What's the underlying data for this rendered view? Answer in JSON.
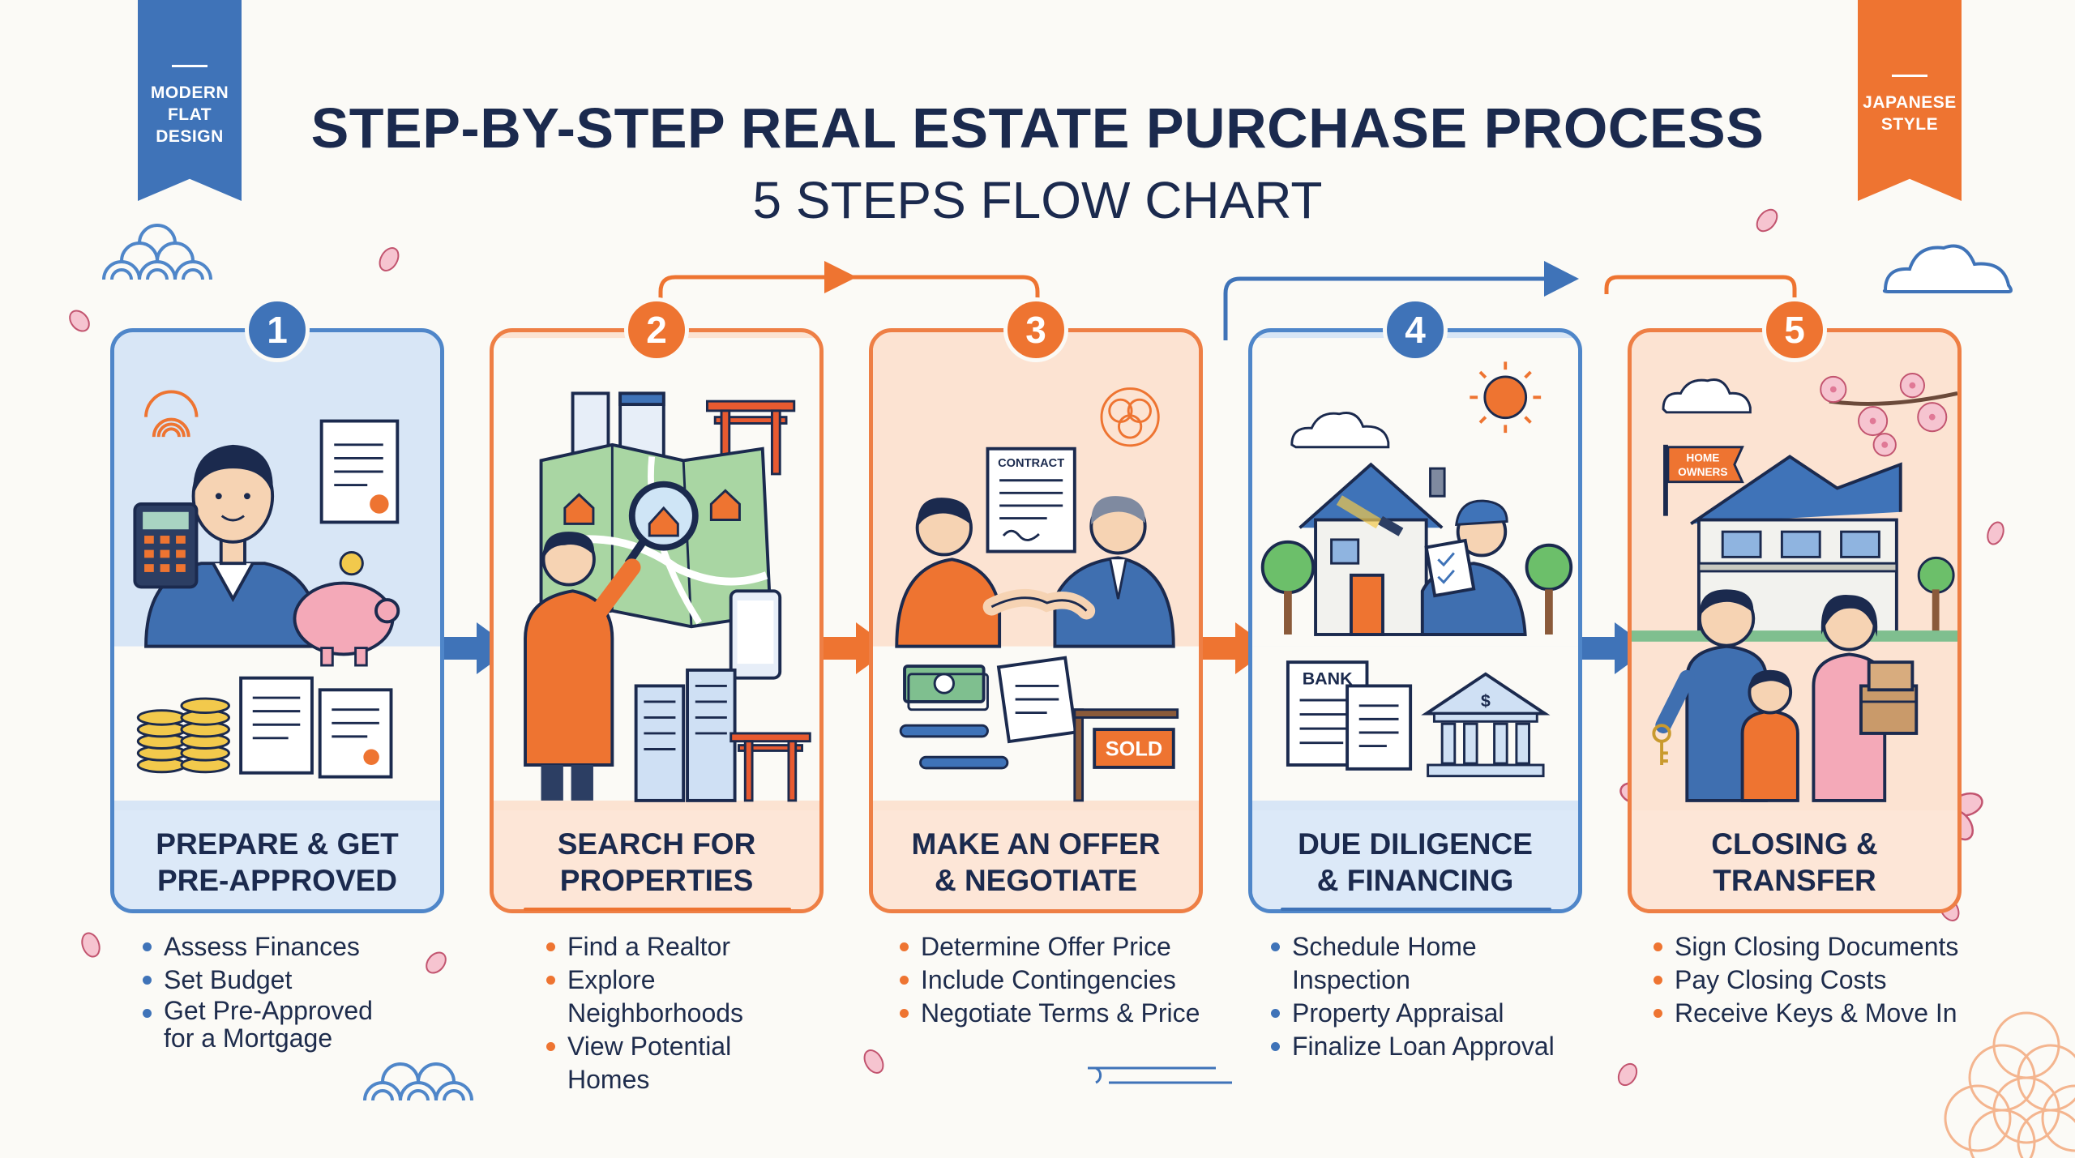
{
  "ribbons": {
    "left": "MODERN\nFLAT\nDESIGN",
    "right": "JAPANESE\nSTYLE"
  },
  "header": {
    "title": "STEP-BY-STEP REAL ESTATE PURCHASE PROCESS",
    "subtitle": "5 STEPS FLOW CHART"
  },
  "steps": [
    {
      "number": "1",
      "title": "PREPARE & GET\nPRE-APPROVED",
      "bullets": [
        "Assess Finances",
        "Set Budget",
        "Get Pre-Approved for a Mortgage"
      ]
    },
    {
      "number": "2",
      "title": "SEARCH FOR\nPROPERTIES",
      "bullets": [
        "Find a Realtor",
        "Explore Neighborhoods",
        "View Potential Homes"
      ]
    },
    {
      "number": "3",
      "title": "MAKE AN OFFER\n& NEGOTIATE",
      "bullets": [
        "Determine Offer Price",
        "Include Contingencies",
        "Negotiate Terms & Price"
      ]
    },
    {
      "number": "4",
      "title": "DUE DILIGENCE\n& FINANCING",
      "bullets": [
        "Schedule Home Inspection",
        "Property Appraisal",
        "Finalize Loan Approval"
      ]
    },
    {
      "number": "5",
      "title": "CLOSING &\nTRANSFER",
      "bullets": [
        "Sign Closing Documents",
        "Pay Closing Costs",
        "Receive Keys & Move In"
      ]
    }
  ],
  "illustration_labels": {
    "contract": "CONTRACT",
    "sold": "SOLD",
    "bank": "BANK",
    "home_owners": "HOME\nOWNERS",
    "dollar": "$"
  },
  "colors": {
    "navy": "#1b2a4e",
    "blue": "#3f73b8",
    "orange": "#ee7431",
    "light_blue": "#d8e6f6",
    "light_orange": "#fce3d2",
    "sakura": "#f2b8c6"
  }
}
